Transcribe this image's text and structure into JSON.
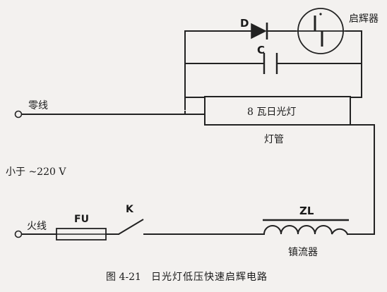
{
  "labels": {
    "diode": "D",
    "starter": "启辉器",
    "capacitor": "C",
    "neutral": "零线",
    "tube_rating": "8 瓦日光灯",
    "tube": "灯管",
    "voltage": "小于 ~220 V",
    "live": "火线",
    "fuse": "FU",
    "switch": "K",
    "ballast_code": "ZL",
    "ballast": "镇流器"
  },
  "caption": {
    "number": "图 4-21",
    "title": "日光灯低压快速启辉电路"
  }
}
